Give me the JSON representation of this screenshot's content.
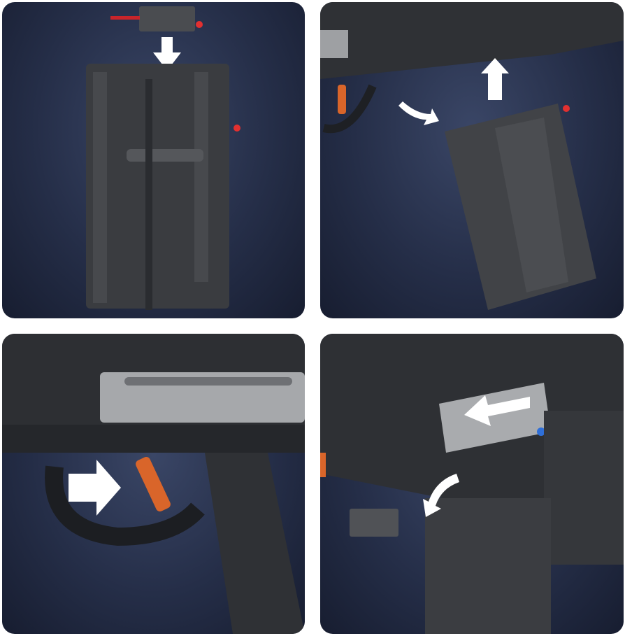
{
  "image": {
    "description_panels": [
      "magazine-insert",
      "magazine-attach",
      "trigger-pull",
      "bolt-release"
    ],
    "colors": {
      "background": "#ffffff",
      "panel_bg": "#252e48",
      "brick_dark": "#3c3e42",
      "brick_light": "#a9abae",
      "arrow": "#ffffff",
      "accent_orange": "#d9652a",
      "accent_red": "#d42020"
    }
  }
}
